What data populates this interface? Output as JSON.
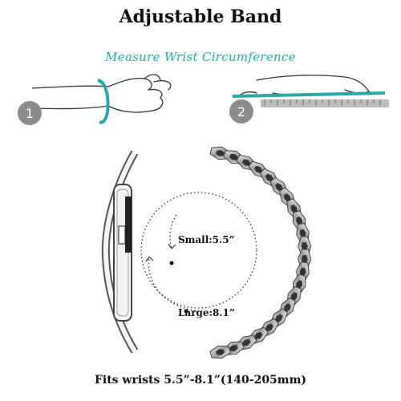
{
  "title": "Adjustable Band",
  "subtitle": "Measure Wrist Circumference",
  "steps": [
    {
      "number": "1"
    },
    {
      "number": "2"
    }
  ],
  "sizes": {
    "small": "Small:5.5”",
    "large": "Large:8.1”"
  },
  "footer": "Fits wrists 5.5”-8.1”(140-205mm)",
  "colors": {
    "accent": "#2aa7a8",
    "badge": "#8b8b8b"
  }
}
